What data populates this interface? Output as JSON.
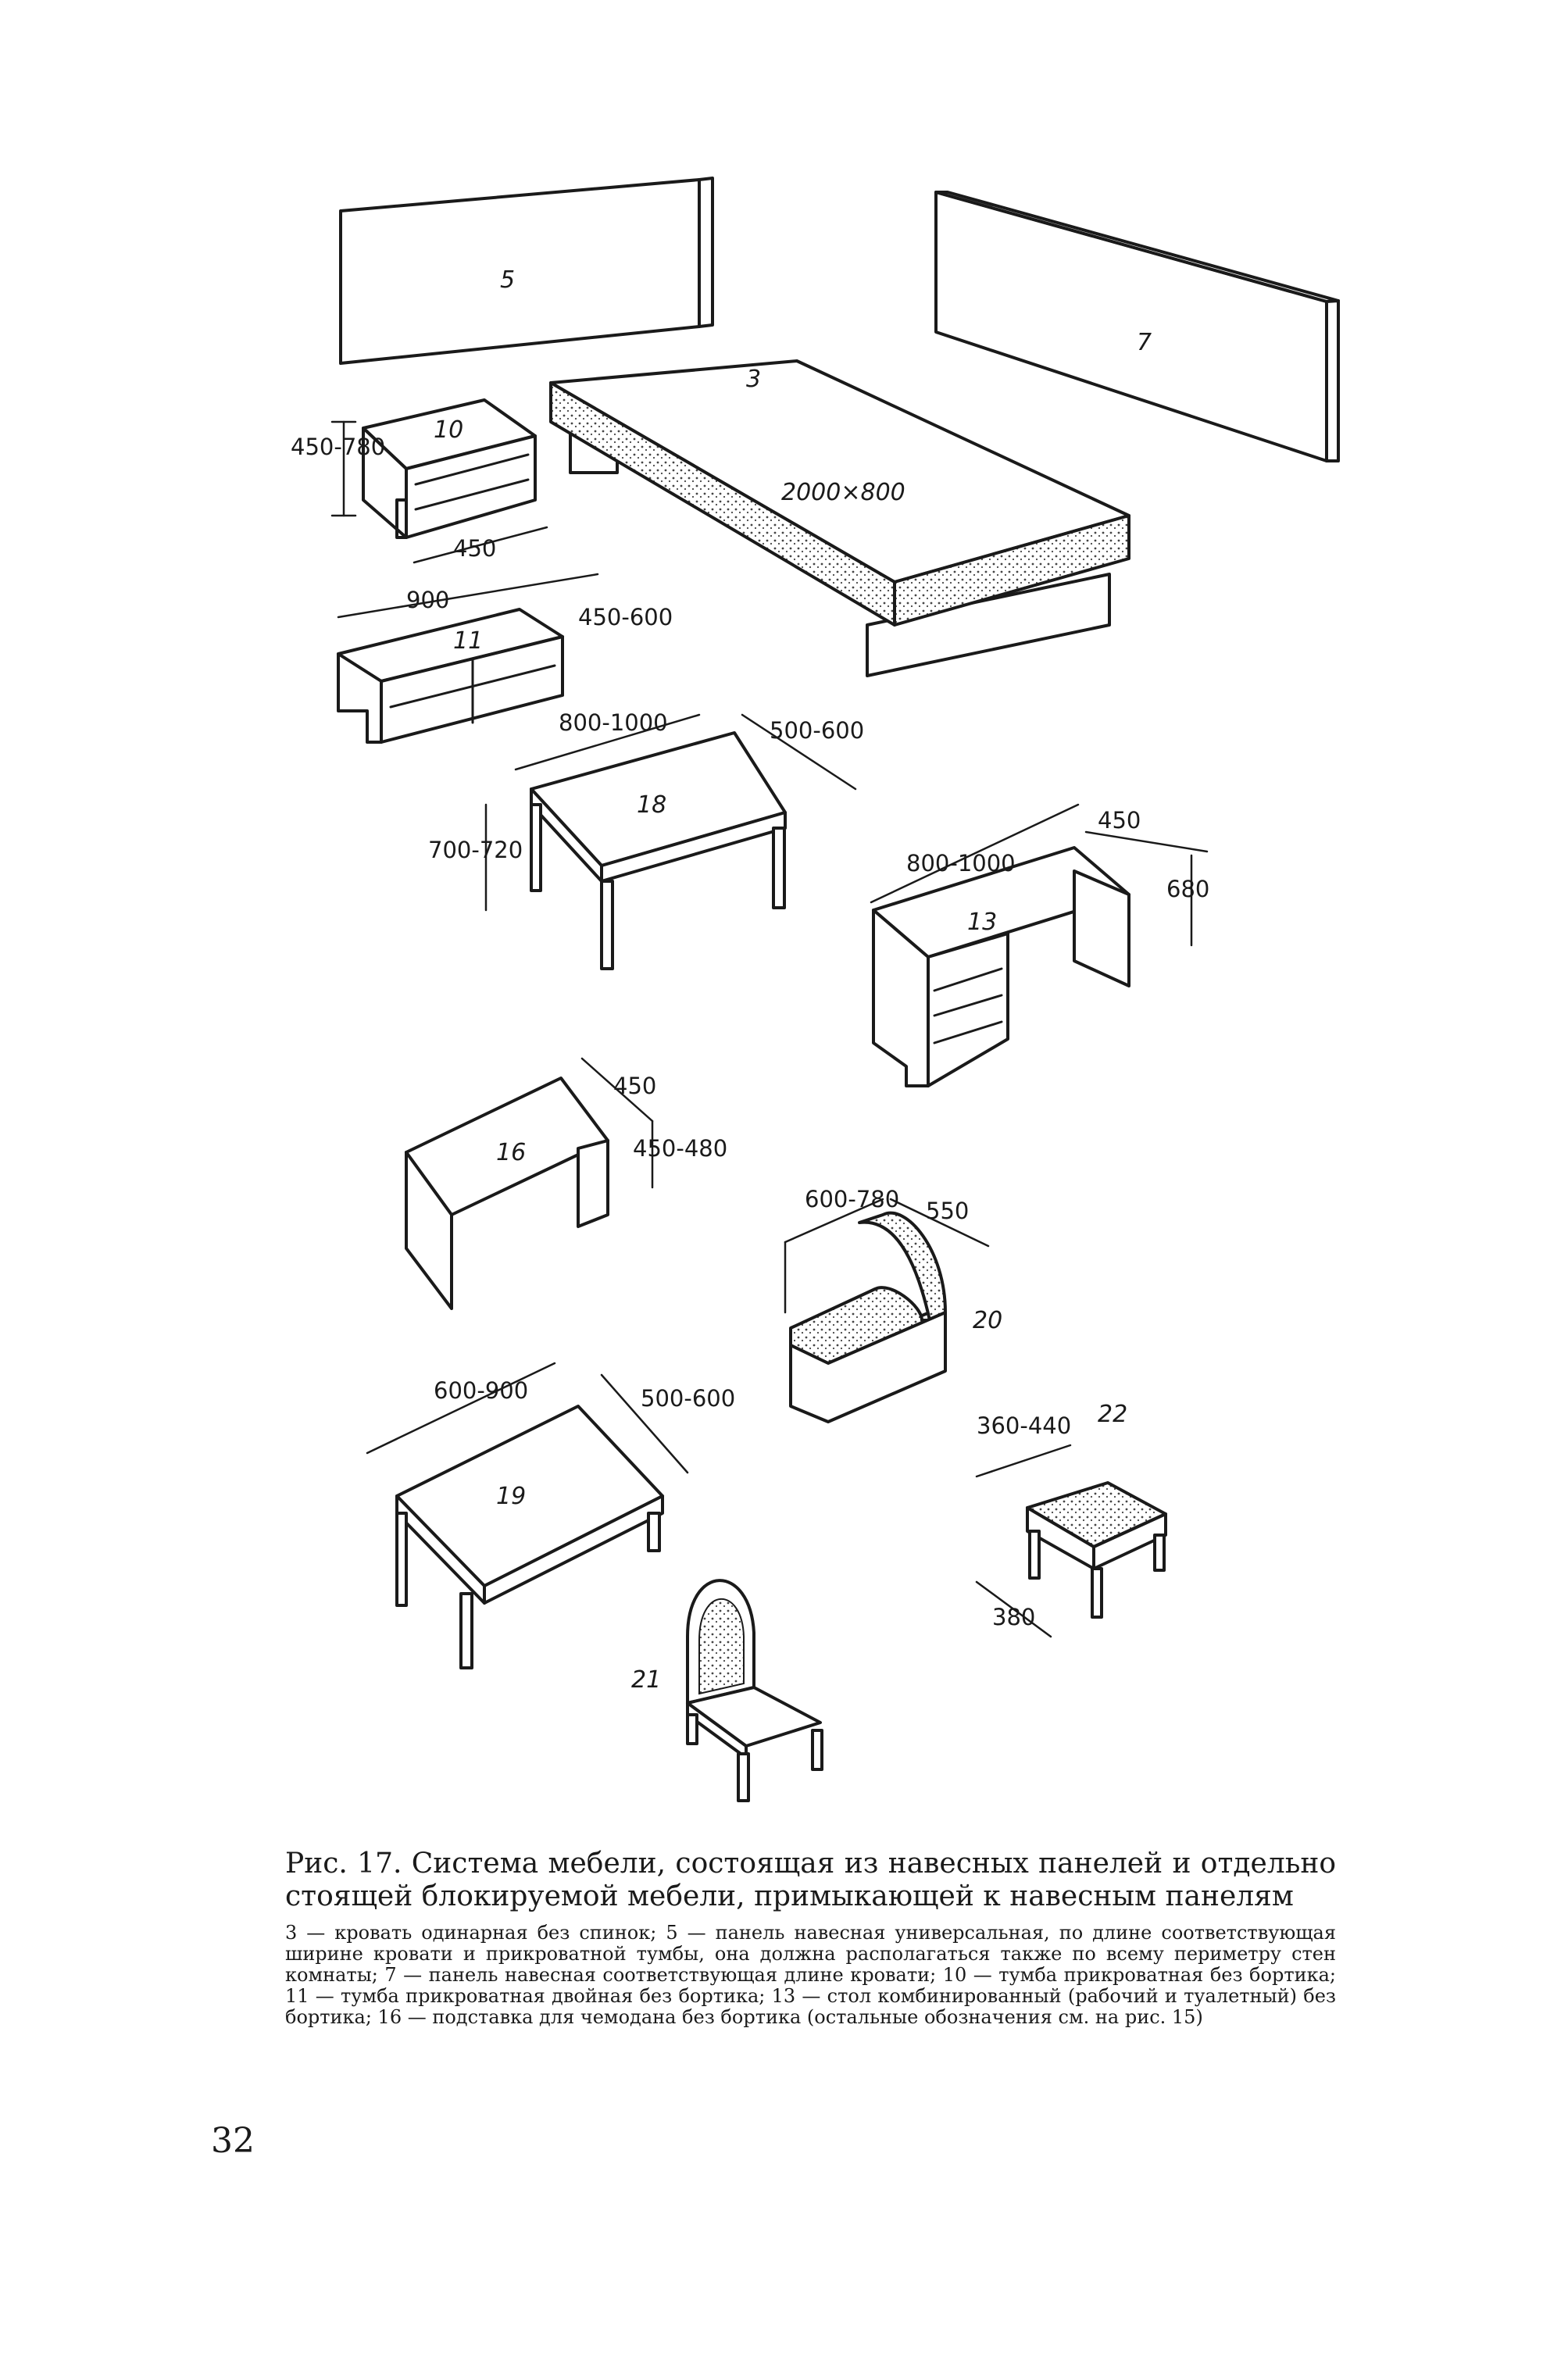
{
  "figure": {
    "labels": {
      "n5": "5",
      "n7": "7",
      "n3": "3",
      "bed_size": "2000×800",
      "n10": "10",
      "n11": "11",
      "n18": "18",
      "n13": "13",
      "n16": "16",
      "n20": "20",
      "n22": "22",
      "n19": "19",
      "n21": "21"
    },
    "dimensions": {
      "d10_height": "450-780",
      "d10_width": "450",
      "d11_length": "900",
      "d11_depth": "450-600",
      "d18_length": "800-1000",
      "d18_depth": "500-600",
      "d18_height": "700-720",
      "d13_length": "800-1000",
      "d13_depth": "450",
      "d13_height": "680",
      "d16_depth": "450",
      "d16_height": "450-480",
      "d20_width": "600-780",
      "d20_depth": "550",
      "d19_length": "600-900",
      "d19_depth": "500-600",
      "d22_width": "360-440",
      "d22_depth": "380"
    }
  },
  "caption": {
    "title": "Рис. 17. Система мебели, состоящая из навесных панелей и отдельно стоящей блокируемой мебели, примыкающей к навесным панелям",
    "legend": "3 — кровать одинарная без спинок; 5 — панель навесная универсальная, по длине соответствующая ширине кровати и прикроватной тумбы, она должна располагаться также по всему периметру стен комнаты; 7 — панель навесная соответствующая длине кровати; 10 — тумба прикроватная без бортика; 11 — тумба прикроватная двойная без бортика; 13 — стол комбинированный (рабочий и туалетный) без бортика; 16 — подставка для чемодана без бортика (остальные обозначения см. на рис. 15)"
  },
  "page_number": "32"
}
